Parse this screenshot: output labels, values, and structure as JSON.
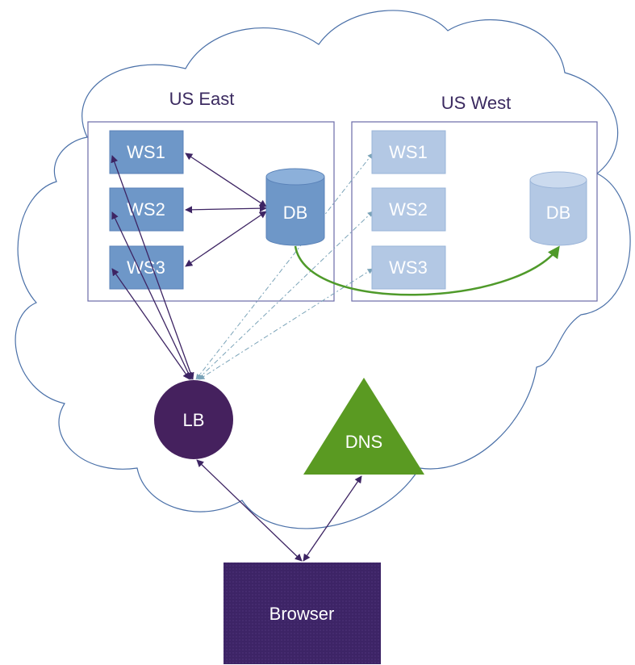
{
  "regions": {
    "east": {
      "title": "US East"
    },
    "west": {
      "title": "US West"
    }
  },
  "east_servers": [
    {
      "label": "WS1"
    },
    {
      "label": "WS2"
    },
    {
      "label": "WS3"
    }
  ],
  "west_servers": [
    {
      "label": "WS1"
    },
    {
      "label": "WS2"
    },
    {
      "label": "WS3"
    }
  ],
  "databases": {
    "east": {
      "label": "DB"
    },
    "west": {
      "label": "DB"
    }
  },
  "load_balancer": {
    "label": "LB"
  },
  "dns": {
    "label": "DNS"
  },
  "browser": {
    "label": "Browser"
  },
  "colors": {
    "cloud_stroke": "#4a70a8",
    "east_server_fill": "#6e97c8",
    "west_server_fill": "#b3c8e4",
    "region_border": "#6a6aa8",
    "primary_arrow": "#3d2463",
    "failover_arrow": "#6f9ab0",
    "replication_arrow": "#4f9a2a",
    "lb_fill": "#45215e",
    "dns_fill": "#5a9a22",
    "browser_fill": "#3d2466"
  }
}
